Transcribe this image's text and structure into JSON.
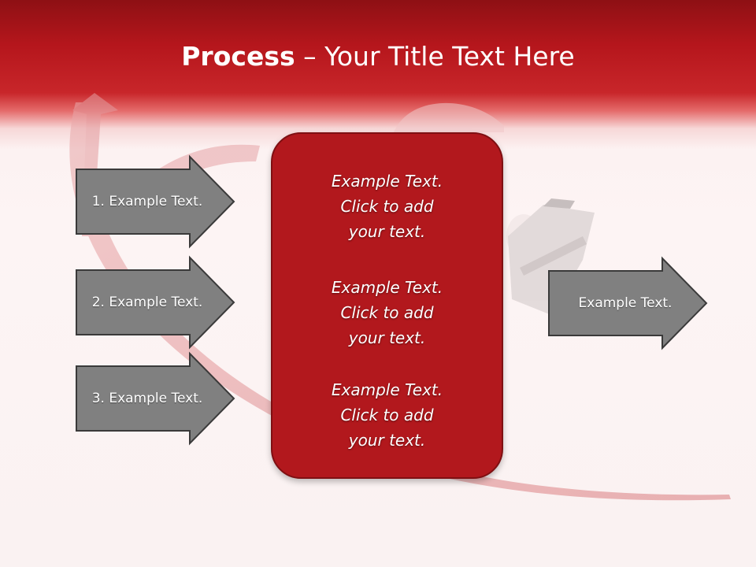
{
  "title": {
    "bold": "Process",
    "rest": " – Your Title Text Here"
  },
  "inputs": [
    {
      "label": "1. Example Text."
    },
    {
      "label": "2. Example Text."
    },
    {
      "label": "3. Example Text."
    }
  ],
  "center_blocks": [
    {
      "lines": [
        "Example Text.",
        "Click  to add",
        "your text."
      ]
    },
    {
      "lines": [
        "Example Text.",
        "Click  to add",
        "your text."
      ]
    },
    {
      "lines": [
        "Example Text.",
        "Click  to add",
        "your text."
      ]
    }
  ],
  "output": {
    "label": "Example Text."
  },
  "colors": {
    "header": "#b5161c",
    "center_box": "#b2181d",
    "arrow_fill": "#808080",
    "arrow_stroke": "#3a3a3a",
    "background": "#fdf4f4"
  },
  "icons": {
    "background_art": "curved-red-arrow-and-briefcase"
  }
}
